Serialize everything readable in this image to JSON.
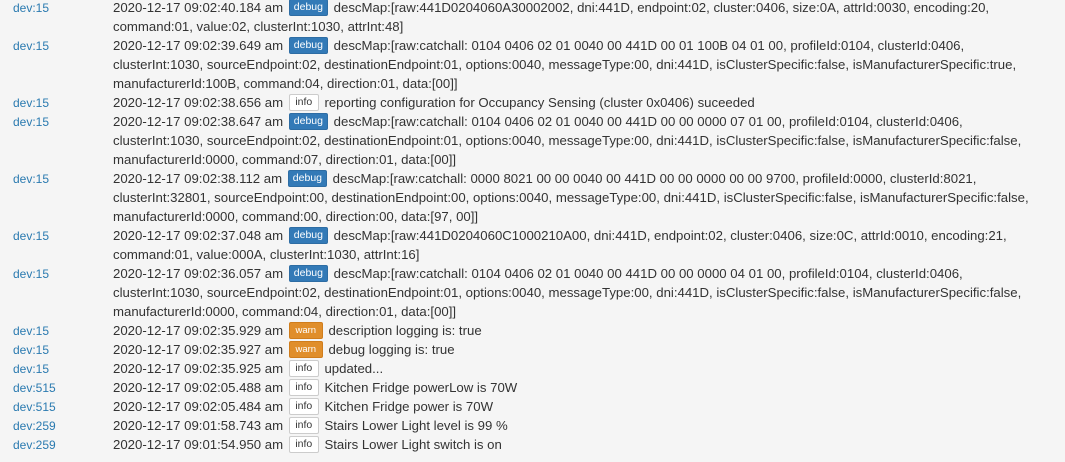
{
  "colors": {
    "background": "#f5f5f5",
    "device_link": "#2a7ab0",
    "debug_badge": "#337ab7",
    "warn_badge": "#e08e2b",
    "info_badge": "#ffffff"
  },
  "entries": [
    {
      "dev": "dev:15",
      "ts": "2020-12-17 09:02:40.184 am",
      "level": "debug",
      "msg": "descMap:[raw:441D0204060A30002002, dni:441D, endpoint:02, cluster:0406, size:0A, attrId:0030, encoding:20, command:01, value:02, clusterInt:1030, attrInt:48]"
    },
    {
      "dev": "dev:15",
      "ts": "2020-12-17 09:02:39.649 am",
      "level": "debug",
      "msg": "descMap:[raw:catchall: 0104 0406 02 01 0040 00 441D 00 01 100B 04 01 00, profileId:0104, clusterId:0406, clusterInt:1030, sourceEndpoint:02, destinationEndpoint:01, options:0040, messageType:00, dni:441D, isClusterSpecific:false, isManufacturerSpecific:true, manufacturerId:100B, command:04, direction:01, data:[00]]"
    },
    {
      "dev": "dev:15",
      "ts": "2020-12-17 09:02:38.656 am",
      "level": "info",
      "msg": "reporting configuration for Occupancy Sensing (cluster 0x0406) suceeded"
    },
    {
      "dev": "dev:15",
      "ts": "2020-12-17 09:02:38.647 am",
      "level": "debug",
      "msg": "descMap:[raw:catchall: 0104 0406 02 01 0040 00 441D 00 00 0000 07 01 00, profileId:0104, clusterId:0406, clusterInt:1030, sourceEndpoint:02, destinationEndpoint:01, options:0040, messageType:00, dni:441D, isClusterSpecific:false, isManufacturerSpecific:false, manufacturerId:0000, command:07, direction:01, data:[00]]"
    },
    {
      "dev": "dev:15",
      "ts": "2020-12-17 09:02:38.112 am",
      "level": "debug",
      "msg": "descMap:[raw:catchall: 0000 8021 00 00 0040 00 441D 00 00 0000 00 00 9700, profileId:0000, clusterId:8021, clusterInt:32801, sourceEndpoint:00, destinationEndpoint:00, options:0040, messageType:00, dni:441D, isClusterSpecific:false, isManufacturerSpecific:false, manufacturerId:0000, command:00, direction:00, data:[97, 00]]"
    },
    {
      "dev": "dev:15",
      "ts": "2020-12-17 09:02:37.048 am",
      "level": "debug",
      "msg": "descMap:[raw:441D0204060C1000210A00, dni:441D, endpoint:02, cluster:0406, size:0C, attrId:0010, encoding:21, command:01, value:000A, clusterInt:1030, attrInt:16]"
    },
    {
      "dev": "dev:15",
      "ts": "2020-12-17 09:02:36.057 am",
      "level": "debug",
      "msg": "descMap:[raw:catchall: 0104 0406 02 01 0040 00 441D 00 00 0000 04 01 00, profileId:0104, clusterId:0406, clusterInt:1030, sourceEndpoint:02, destinationEndpoint:01, options:0040, messageType:00, dni:441D, isClusterSpecific:false, isManufacturerSpecific:false, manufacturerId:0000, command:04, direction:01, data:[00]]"
    },
    {
      "dev": "dev:15",
      "ts": "2020-12-17 09:02:35.929 am",
      "level": "warn",
      "msg": "description logging is: true"
    },
    {
      "dev": "dev:15",
      "ts": "2020-12-17 09:02:35.927 am",
      "level": "warn",
      "msg": "debug logging is: true"
    },
    {
      "dev": "dev:15",
      "ts": "2020-12-17 09:02:35.925 am",
      "level": "info",
      "msg": "updated..."
    },
    {
      "dev": "dev:515",
      "ts": "2020-12-17 09:02:05.488 am",
      "level": "info",
      "msg": "Kitchen Fridge powerLow is 70W"
    },
    {
      "dev": "dev:515",
      "ts": "2020-12-17 09:02:05.484 am",
      "level": "info",
      "msg": "Kitchen Fridge power is 70W"
    },
    {
      "dev": "dev:259",
      "ts": "2020-12-17 09:01:58.743 am",
      "level": "info",
      "msg": "Stairs Lower Light level is 99 %"
    },
    {
      "dev": "dev:259",
      "ts": "2020-12-17 09:01:54.950 am",
      "level": "info",
      "msg": "Stairs Lower Light switch is on"
    }
  ]
}
